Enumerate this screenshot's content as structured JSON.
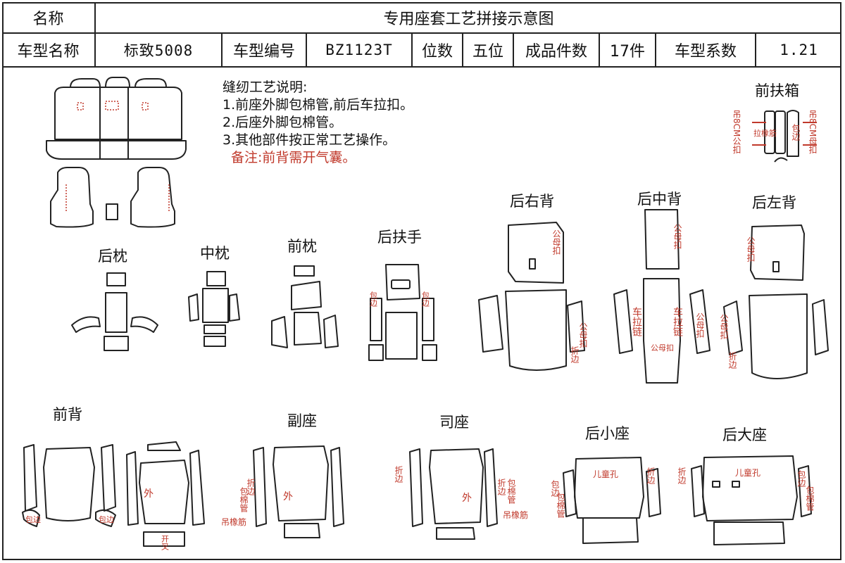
{
  "header": {
    "name_label": "名称",
    "title": "专用座套工艺拼接示意图",
    "model_name_label": "车型名称",
    "model_name": "标致5008",
    "model_code_label": "车型编号",
    "model_code": "BZ1123T",
    "seats_label": "位数",
    "seats": "五位",
    "pieces_label": "成品件数",
    "pieces": "17件",
    "coef_label": "车型系数",
    "coef": "1.21"
  },
  "notes": {
    "heading": "缝纫工艺说明:",
    "items": [
      "1.前座外脚包棉管,前后车拉扣。",
      "2.后座外脚包棉管。",
      "3.其他部件按正常工艺操作。"
    ],
    "remark": "备注:前背需开气囊。"
  },
  "sections": {
    "front_box": "前扶箱",
    "rear_right_back": "后右背",
    "rear_mid_back": "后中背",
    "rear_left_back": "后左背",
    "rear_pillow": "后枕",
    "mid_pillow": "中枕",
    "front_pillow": "前枕",
    "rear_armrest": "后扶手",
    "front_back": "前背",
    "passenger_seat": "副座",
    "driver_seat": "司座",
    "rear_small_seat": "后小座",
    "rear_large_seat": "后大座"
  },
  "annotations": {
    "hang_8cm_male": "吊8CM公扣",
    "hang_8cm_female": "吊8CM母扣",
    "rubber_pipe": "拉橡筋",
    "wrap_edge": "包边",
    "male_female_buckle": "公母扣",
    "fold_edge": "折边",
    "zipper": "车拉链",
    "outer": "外",
    "wrap_cotton_pipe": "包棉管",
    "hang_rubber": "吊橡筋",
    "child_hole": "儿童孔",
    "open_fork": "开叉"
  },
  "colors": {
    "line": "#222222",
    "annotation": "#c0392b"
  }
}
